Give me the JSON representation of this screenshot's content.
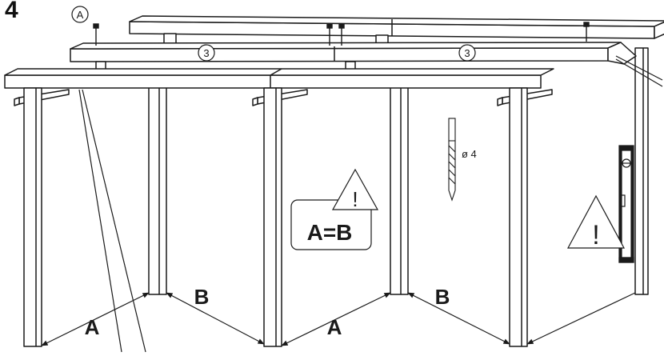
{
  "step": {
    "number": "4"
  },
  "labels": {
    "part_a": "A",
    "beam_callout": "3",
    "distance_a": "A",
    "distance_b": "B",
    "equality": "A=B",
    "warning": "!",
    "drill_size": "ø 4"
  },
  "colors": {
    "line": "#1a1a1a",
    "fill": "#ffffff",
    "frame": "#f4f4f4"
  },
  "icons": [
    "screw-icon",
    "drill-bit-icon",
    "spirit-level-icon",
    "warning-triangle-icon"
  ]
}
